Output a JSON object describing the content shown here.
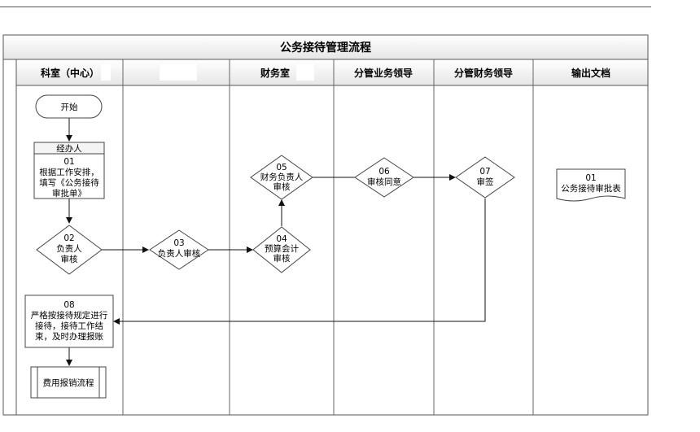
{
  "diagram": {
    "title": "公务接待管理流程",
    "lanes": [
      {
        "id": "dept",
        "label": "科室（中心）"
      },
      {
        "id": "blank",
        "label": ""
      },
      {
        "id": "finance",
        "label": "财务室"
      },
      {
        "id": "biz_leader",
        "label": "分管业务领导"
      },
      {
        "id": "fin_leader",
        "label": "分管财务领导"
      },
      {
        "id": "output",
        "label": "输出文档"
      }
    ],
    "nodes": {
      "start": {
        "label": "开始"
      },
      "n01": {
        "role": "经办人",
        "code": "01",
        "lines": [
          "根据工作安排，",
          "填写《公务接待",
          "审批单》"
        ]
      },
      "n02": {
        "code": "02",
        "lines": [
          "负责人",
          "审核"
        ]
      },
      "n03": {
        "code": "03",
        "lines": [
          "负责人审核"
        ]
      },
      "n04": {
        "code": "04",
        "lines": [
          "预算会计",
          "审核"
        ]
      },
      "n05": {
        "code": "05",
        "lines": [
          "财务负责人",
          "审核"
        ]
      },
      "n06": {
        "code": "06",
        "lines": [
          "审核同意"
        ]
      },
      "n07": {
        "code": "07",
        "lines": [
          "审签"
        ]
      },
      "n08": {
        "code": "08",
        "lines": [
          "严格按接待规定进行",
          "接待，接待工作结",
          "束，及时办理报账"
        ]
      },
      "end": {
        "label": "费用报销流程"
      },
      "doc01": {
        "code": "01",
        "label": "公务接待审批表"
      }
    }
  }
}
